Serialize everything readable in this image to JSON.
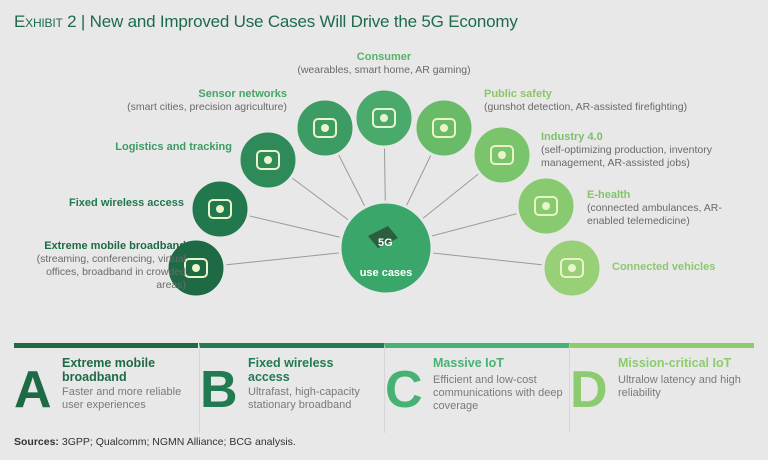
{
  "title": {
    "exhibit": "Exhibit 2",
    "sep": "|",
    "text": "New and Improved Use Cases Will Drive the 5G Economy"
  },
  "hub": {
    "badge": "5G",
    "label": "use cases"
  },
  "use_cases": [
    {
      "name": "Extreme mobile broadband",
      "desc": "(streaming, conferencing, virtual offices, broadband in crowded areas)",
      "icon": "router-icon",
      "color": "#1d6a44"
    },
    {
      "name": "Fixed wireless access",
      "desc": "",
      "icon": "wifi-icon",
      "color": "#21784d"
    },
    {
      "name": "Logistics and tracking",
      "desc": "",
      "icon": "truck-icon",
      "color": "#2e8a58"
    },
    {
      "name": "Sensor networks",
      "desc": "(smart cities, precision agriculture)",
      "icon": "sensor-icon",
      "color": "#3c9c63"
    },
    {
      "name": "Consumer",
      "desc": "(wearables, smart home, AR gaming)",
      "icon": "smartwatch-icon",
      "color": "#4aaa6b"
    },
    {
      "name": "Public safety",
      "desc": "(gunshot detection, AR-assisted firefighting)",
      "icon": "shield-icon",
      "color": "#69bb67"
    },
    {
      "name": "Industry 4.0",
      "desc": "(self-optimizing production, inventory management, AR-assisted jobs)",
      "icon": "robot-arm-icon",
      "color": "#7ac46c"
    },
    {
      "name": "E-health",
      "desc": "(connected ambulances, AR-enabled telemedicine)",
      "icon": "phone-health-icon",
      "color": "#88ca6f"
    },
    {
      "name": "Connected vehicles",
      "desc": "",
      "icon": "car-map-icon",
      "color": "#97d077"
    }
  ],
  "categories": [
    {
      "letter": "A",
      "title": "Extreme mobile broadband",
      "desc": "Faster and more reliable user experiences",
      "color": "#1d6a44"
    },
    {
      "letter": "B",
      "title": "Fixed wireless access",
      "desc": "Ultrafast, high-capacity stationary broadband",
      "color": "#227a52"
    },
    {
      "letter": "C",
      "title": "Massive IoT",
      "desc": "Efficient and low-cost communications with deep coverage",
      "color": "#48b274"
    },
    {
      "letter": "D",
      "title": "Mission-critical IoT",
      "desc": "Ultralow latency and high reliability",
      "color": "#8dcc6e"
    }
  ],
  "sources": {
    "label": "Sources:",
    "text": " 3GPP; Qualcomm; NGMN Alliance; BCG analysis."
  }
}
